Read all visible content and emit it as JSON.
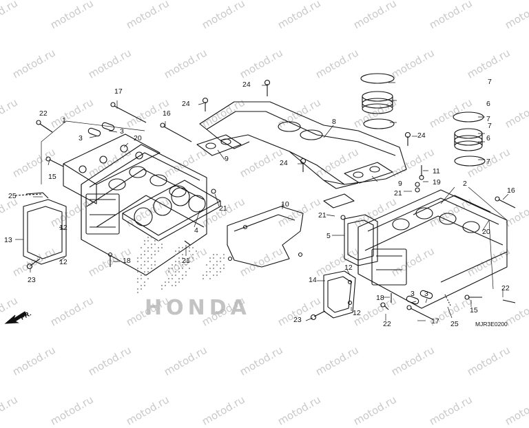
{
  "watermark": "motod.ru",
  "diagram_code": "MJR3E0200",
  "direction_label": "FR.",
  "brand_wordmark": "HONDA",
  "callouts": [
    "22",
    "1",
    "17",
    "16",
    "3",
    "3",
    "20",
    "15",
    "25",
    "13",
    "12",
    "12",
    "23",
    "18",
    "21",
    "21",
    "4",
    "24",
    "24",
    "24",
    "9",
    "9",
    "8",
    "7",
    "6",
    "7",
    "7",
    "6",
    "7",
    "24",
    "11",
    "19",
    "21",
    "21",
    "10",
    "5",
    "2",
    "16",
    "20",
    "14",
    "12",
    "12",
    "23",
    "18",
    "3",
    "3",
    "22",
    "17",
    "25",
    "15",
    "22"
  ]
}
